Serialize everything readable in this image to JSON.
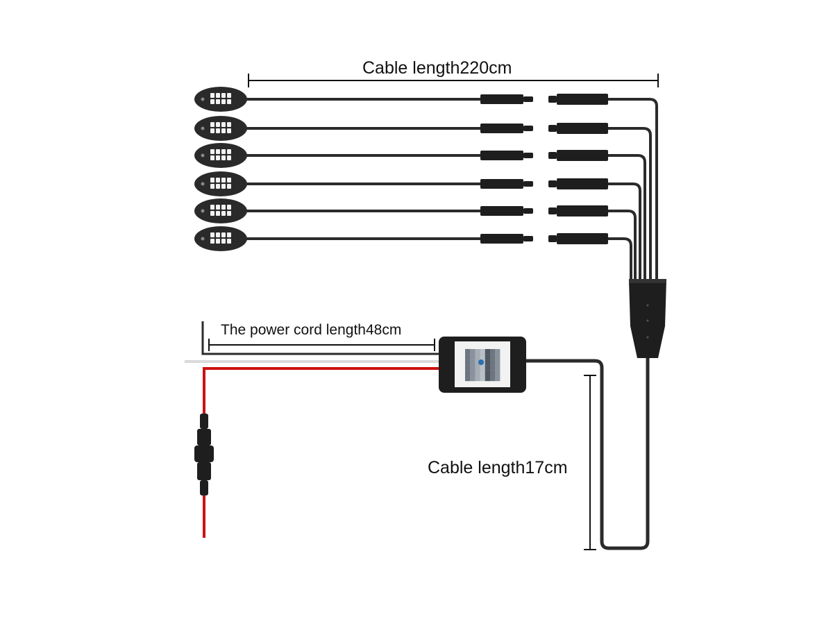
{
  "labels": {
    "cable_length_top": "Cable length220cm",
    "power_cord_length": "The power cord length48cm",
    "cable_length_short": "Cable length17cm"
  },
  "colors": {
    "cable": "#2b2b2b",
    "connector": "#1e1e1e",
    "pod_body": "#2a2a2a",
    "led": "#f2f2f2",
    "red_wire": "#cc1111",
    "white_wire": "#d9d9d9",
    "dimension_line": "#111111"
  },
  "items": {
    "light_pod_count": 6
  }
}
